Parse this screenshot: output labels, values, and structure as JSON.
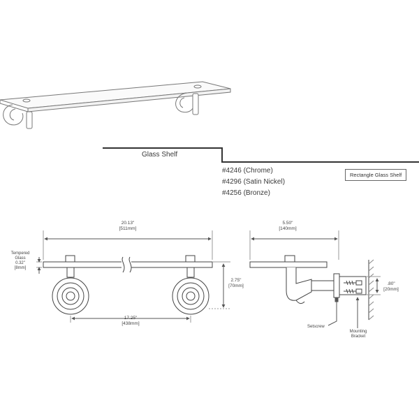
{
  "title": {
    "product_name": "Glass Shelf"
  },
  "models": [
    {
      "label": "#4246 (Chrome)"
    },
    {
      "label": "#4296 (Satin Nickel)"
    },
    {
      "label": "#4256 (Bronze)"
    }
  ],
  "product_box": "Rectangle Glass Shelf",
  "front_view": {
    "overall_width": {
      "in": "20.13\"",
      "mm": "[511mm]"
    },
    "glass_label": {
      "line1": "Tempered",
      "line2": "Glass",
      "in": "0.32\"",
      "mm": "[8mm]"
    },
    "bracket_height": {
      "in": "2.75\"",
      "mm": "[70mm]"
    },
    "bracket_spacing": {
      "in": "17.25\"",
      "mm": "[438mm]"
    }
  },
  "side_view": {
    "depth": {
      "in": "5.50\"",
      "mm": "[140mm]"
    },
    "bracket_dim": {
      "in": ".80\"",
      "mm": "[20mm]"
    },
    "setscrew_label": "Setscrew",
    "mounting_label": {
      "line1": "Mounting",
      "line2": "Bracket"
    }
  }
}
